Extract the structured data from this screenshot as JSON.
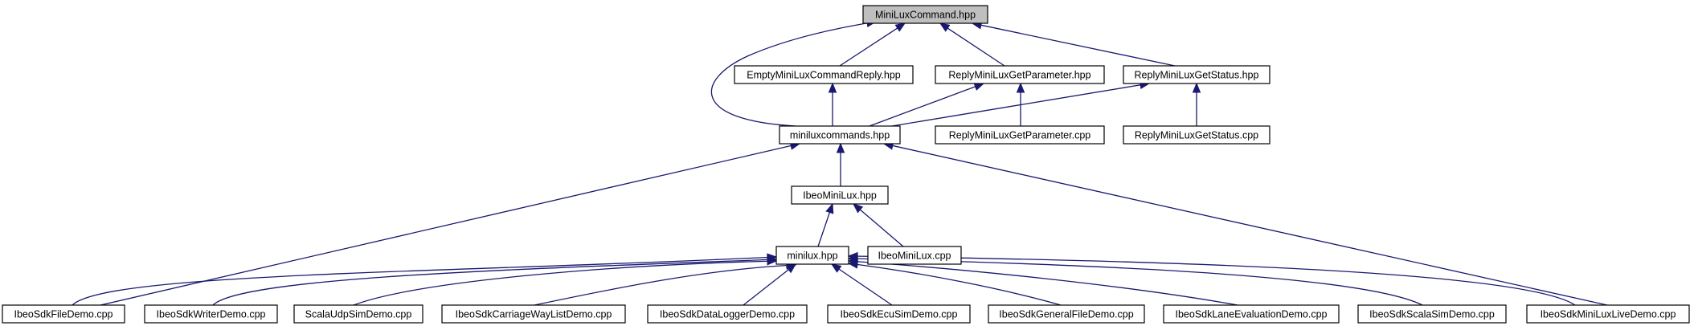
{
  "diagram": {
    "nodes": {
      "minilux_command": {
        "label": "MiniLuxCommand.hpp",
        "highlighted": true
      },
      "empty_reply": {
        "label": "EmptyMiniLuxCommandReply.hpp"
      },
      "reply_get_param": {
        "label": "ReplyMiniLuxGetParameter.hpp"
      },
      "reply_get_status": {
        "label": "ReplyMiniLuxGetStatus.hpp"
      },
      "miniluxcommands": {
        "label": "miniluxcommands.hpp"
      },
      "reply_get_param_cpp": {
        "label": "ReplyMiniLuxGetParameter.cpp"
      },
      "reply_get_status_cpp": {
        "label": "ReplyMiniLuxGetStatus.cpp"
      },
      "ibeo_minilux_hpp": {
        "label": "IbeoMiniLux.hpp"
      },
      "minilux_hpp": {
        "label": "minilux.hpp"
      },
      "ibeo_minilux_cpp": {
        "label": "IbeoMiniLux.cpp"
      },
      "file_demo": {
        "label": "IbeoSdkFileDemo.cpp"
      },
      "writer_demo": {
        "label": "IbeoSdkWriterDemo.cpp"
      },
      "scala_udp_sim": {
        "label": "ScalaUdpSimDemo.cpp"
      },
      "carriage_way": {
        "label": "IbeoSdkCarriageWayListDemo.cpp"
      },
      "data_logger": {
        "label": "IbeoSdkDataLoggerDemo.cpp"
      },
      "ecu_sim": {
        "label": "IbeoSdkEcuSimDemo.cpp"
      },
      "general_file": {
        "label": "IbeoSdkGeneralFileDemo.cpp"
      },
      "lane_eval": {
        "label": "IbeoSdkLaneEvaluationDemo.cpp"
      },
      "scala_sim": {
        "label": "IbeoSdkScalaSimDemo.cpp"
      },
      "minilux_live": {
        "label": "IbeoSdkMiniLuxLiveDemo.cpp"
      }
    },
    "edges": [
      {
        "from": "empty_reply",
        "to": "minilux_command"
      },
      {
        "from": "reply_get_param",
        "to": "minilux_command"
      },
      {
        "from": "reply_get_status",
        "to": "minilux_command"
      },
      {
        "from": "miniluxcommands",
        "to": "minilux_command"
      },
      {
        "from": "miniluxcommands",
        "to": "empty_reply"
      },
      {
        "from": "miniluxcommands",
        "to": "reply_get_param"
      },
      {
        "from": "reply_get_param_cpp",
        "to": "reply_get_param"
      },
      {
        "from": "miniluxcommands",
        "to": "reply_get_status"
      },
      {
        "from": "reply_get_status_cpp",
        "to": "reply_get_status"
      },
      {
        "from": "ibeo_minilux_hpp",
        "to": "miniluxcommands"
      },
      {
        "from": "file_demo",
        "to": "miniluxcommands"
      },
      {
        "from": "minilux_live",
        "to": "miniluxcommands"
      },
      {
        "from": "minilux_hpp",
        "to": "ibeo_minilux_hpp"
      },
      {
        "from": "ibeo_minilux_cpp",
        "to": "ibeo_minilux_hpp"
      },
      {
        "from": "file_demo",
        "to": "minilux_hpp"
      },
      {
        "from": "writer_demo",
        "to": "minilux_hpp"
      },
      {
        "from": "scala_udp_sim",
        "to": "minilux_hpp"
      },
      {
        "from": "carriage_way",
        "to": "minilux_hpp"
      },
      {
        "from": "data_logger",
        "to": "minilux_hpp"
      },
      {
        "from": "ecu_sim",
        "to": "minilux_hpp"
      },
      {
        "from": "general_file",
        "to": "minilux_hpp"
      },
      {
        "from": "lane_eval",
        "to": "minilux_hpp"
      },
      {
        "from": "scala_sim",
        "to": "minilux_hpp"
      },
      {
        "from": "minilux_live",
        "to": "minilux_hpp"
      }
    ]
  }
}
